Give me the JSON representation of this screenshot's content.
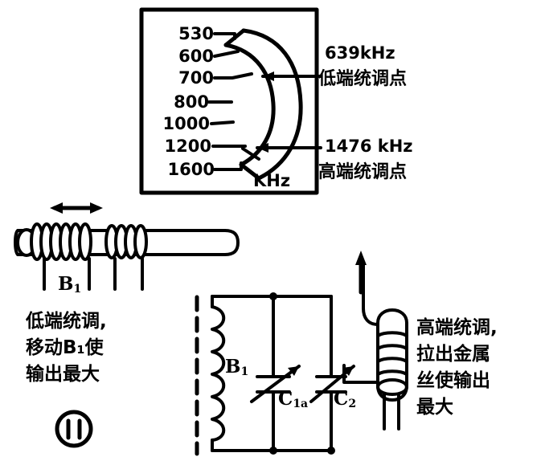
{
  "figure": {
    "marker": "II",
    "description": "radio receiver tracking alignment diagram"
  },
  "dial_panel": {
    "unit_label": "KHz",
    "scale_values": [
      "530",
      "600",
      "700",
      "800",
      "1000",
      "1200",
      "1600"
    ],
    "callouts": [
      {
        "frequency": "639kHz",
        "label": "低端统调点",
        "points_to": "700"
      },
      {
        "frequency": "1476 kHz",
        "label": "高端统调点",
        "points_to": "1200"
      }
    ]
  },
  "ferrite_rod": {
    "coil_label": "B",
    "coil_sub": "1",
    "motion_hint": "slide-left-right"
  },
  "notes": {
    "low_end": {
      "lines": [
        "低端统调,",
        "移动B₁使",
        "输出最大"
      ]
    },
    "high_end": {
      "lines": [
        "高端统调,",
        "拉出金属",
        "丝使输出",
        "最大"
      ]
    }
  },
  "circuit": {
    "components": [
      {
        "name": "B",
        "sub": "1",
        "type": "inductor"
      },
      {
        "name": "C",
        "sub": "1a",
        "type": "variable-capacitor"
      },
      {
        "name": "C",
        "sub": "2",
        "type": "variable-capacitor"
      }
    ],
    "core": "dashed-ferrite-core",
    "trimmer_coil": "pull-out-wire-coil"
  },
  "colors": {
    "ink": "#000000",
    "paper": "#ffffff"
  }
}
